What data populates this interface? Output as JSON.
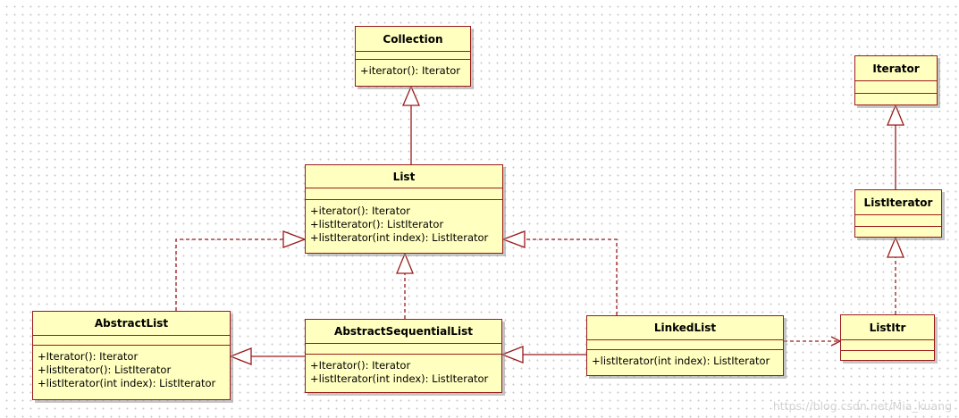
{
  "classes": {
    "collection": {
      "name": "Collection",
      "ops": [
        "+iterator(): Iterator"
      ]
    },
    "list": {
      "name": "List",
      "ops": [
        "+iterator(): Iterator",
        "+listIterator(): ListIterator",
        "+listIterator(int index): ListIterator"
      ]
    },
    "abstractList": {
      "name": "AbstractList",
      "ops": [
        "+Iterator(): Iterator",
        "+listIterator(): ListIterator",
        "+listIterator(int index): ListIterator"
      ]
    },
    "abstractSequentialList": {
      "name": "AbstractSequentialList",
      "ops": [
        "+Iterator(): Iterator",
        "+listIterator(int index): ListIterator"
      ]
    },
    "linkedList": {
      "name": "LinkedList",
      "ops": [
        "+listIterator(int index): ListIterator"
      ]
    },
    "iterator": {
      "name": "Iterator",
      "ops": []
    },
    "listIterator": {
      "name": "ListIterator",
      "ops": []
    },
    "listItr": {
      "name": "ListItr",
      "ops": []
    }
  },
  "relations": [
    {
      "from": "list",
      "to": "collection",
      "kind": "generalization"
    },
    {
      "from": "abstractList",
      "to": "list",
      "kind": "realization"
    },
    {
      "from": "abstractSequentialList",
      "to": "list",
      "kind": "realization"
    },
    {
      "from": "linkedList",
      "to": "list",
      "kind": "realization"
    },
    {
      "from": "abstractSequentialList",
      "to": "abstractList",
      "kind": "generalization"
    },
    {
      "from": "linkedList",
      "to": "abstractSequentialList",
      "kind": "generalization"
    },
    {
      "from": "linkedList",
      "to": "listItr",
      "kind": "dependency"
    },
    {
      "from": "listIterator",
      "to": "iterator",
      "kind": "generalization"
    },
    {
      "from": "listItr",
      "to": "listIterator",
      "kind": "realization"
    }
  ],
  "colors": {
    "fill": "#ffffc0",
    "border": "#9b1a1a",
    "line": "#9b1a1a"
  },
  "watermark": "https://blog.csdn.net/Mia_kuang"
}
